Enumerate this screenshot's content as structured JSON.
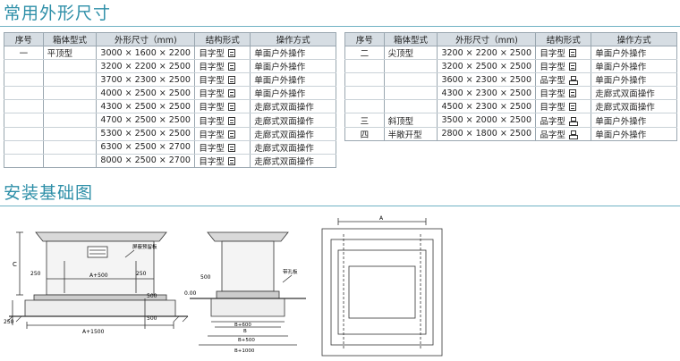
{
  "sections": {
    "dimensions_title": "常用外形尺寸",
    "foundation_title": "安装基础图"
  },
  "table_left": {
    "headers": [
      "序号",
      "箱体型式",
      "外形尺寸（mm)",
      "结构形式",
      "操作方式"
    ],
    "rows": [
      {
        "no": "一",
        "type": "平顶型",
        "size": "3000 × 1600 × 2200",
        "struct": "目字型",
        "struct_icon": "mu-icon",
        "op": "单面户外操作"
      },
      {
        "no": "",
        "type": "",
        "size": "3200 × 2200 × 2500",
        "struct": "目字型",
        "struct_icon": "mu-icon",
        "op": "单面户外操作"
      },
      {
        "no": "",
        "type": "",
        "size": "3700 × 2300 × 2500",
        "struct": "目字型",
        "struct_icon": "mu-icon",
        "op": "单面户外操作"
      },
      {
        "no": "",
        "type": "",
        "size": "4000 × 2500 × 2500",
        "struct": "目字型",
        "struct_icon": "mu-icon",
        "op": "单面户外操作"
      },
      {
        "no": "",
        "type": "",
        "size": "4300 × 2500 × 2500",
        "struct": "目字型",
        "struct_icon": "mu-icon",
        "op": "走廊式双面操作"
      },
      {
        "no": "",
        "type": "",
        "size": "4700 × 2500 × 2500",
        "struct": "目字型",
        "struct_icon": "mu-icon",
        "op": "走廊式双面操作"
      },
      {
        "no": "",
        "type": "",
        "size": "5300 × 2500 × 2500",
        "struct": "目字型",
        "struct_icon": "mu-icon",
        "op": "走廊式双面操作"
      },
      {
        "no": "",
        "type": "",
        "size": "6300 × 2500 × 2700",
        "struct": "目字型",
        "struct_icon": "mu-icon",
        "op": "走廊式双面操作"
      },
      {
        "no": "",
        "type": "",
        "size": "8000 × 2500 × 2700",
        "struct": "目字型",
        "struct_icon": "mu-icon",
        "op": "走廊式双面操作"
      }
    ]
  },
  "table_right": {
    "headers": [
      "序号",
      "箱体型式",
      "外形尺寸（mm)",
      "结构形式",
      "操作方式"
    ],
    "rows": [
      {
        "no": "二",
        "type": "尖顶型",
        "size": "3200 × 2200 × 2500",
        "struct": "目字型",
        "struct_icon": "mu-icon",
        "op": "单面户外操作"
      },
      {
        "no": "",
        "type": "",
        "size": "3200 × 2500 × 2500",
        "struct": "目字型",
        "struct_icon": "mu-icon",
        "op": "单面户外操作"
      },
      {
        "no": "",
        "type": "",
        "size": "3600 × 2300 × 2500",
        "struct": "品字型",
        "struct_icon": "pin-icon",
        "op": "单面户外操作"
      },
      {
        "no": "",
        "type": "",
        "size": "4300 × 2300 × 2500",
        "struct": "目字型",
        "struct_icon": "mu-icon",
        "op": "走廊式双面操作"
      },
      {
        "no": "",
        "type": "",
        "size": "4500 × 2300 × 2500",
        "struct": "目字型",
        "struct_icon": "mu-icon",
        "op": "走廊式双面操作"
      },
      {
        "no": "三",
        "type": "斜顶型",
        "size": "3500 × 2000 × 2500",
        "struct": "品字型",
        "struct_icon": "pin-icon",
        "op": "单面户外操作"
      },
      {
        "no": "四",
        "type": "半敞开型",
        "size": "2800 × 1800 × 2500",
        "struct": "品字型",
        "struct_icon": "pin-icon",
        "op": "单面户外操作"
      }
    ]
  },
  "drawings": {
    "front": {
      "c_label": "C",
      "dim_250_left": "250",
      "dim_a500": "A+500",
      "dim_250_right": "250",
      "preembed_label": "屏蔽预留板",
      "dim_500_a": "500",
      "dim_500_b": "500",
      "dim_250_bottom": "250",
      "dim_a1500": "A+1500"
    },
    "side": {
      "dim_500": "500",
      "elevation": "0.00",
      "cable_label": "带孔板",
      "dim_b600": "B+600",
      "dim_b": "B",
      "dim_b500": "B+500",
      "dim_b1000": "B+1000"
    },
    "plan": {
      "dim_a": "A"
    }
  },
  "colors": {
    "title": "#2e8fa8",
    "header_bg": "#d6dde3"
  }
}
